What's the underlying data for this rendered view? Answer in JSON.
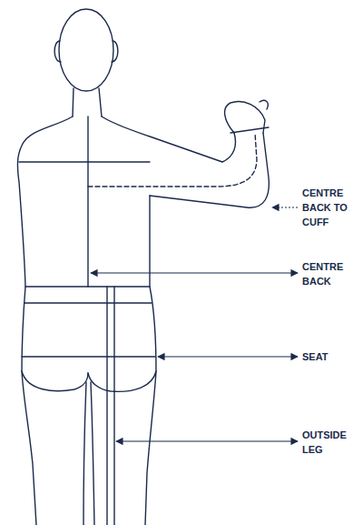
{
  "diagram": {
    "labels": [
      "CENTRE BACK TO CUFF",
      "CENTRE BACK",
      "SEAT",
      "OUTSIDE LEG"
    ]
  }
}
